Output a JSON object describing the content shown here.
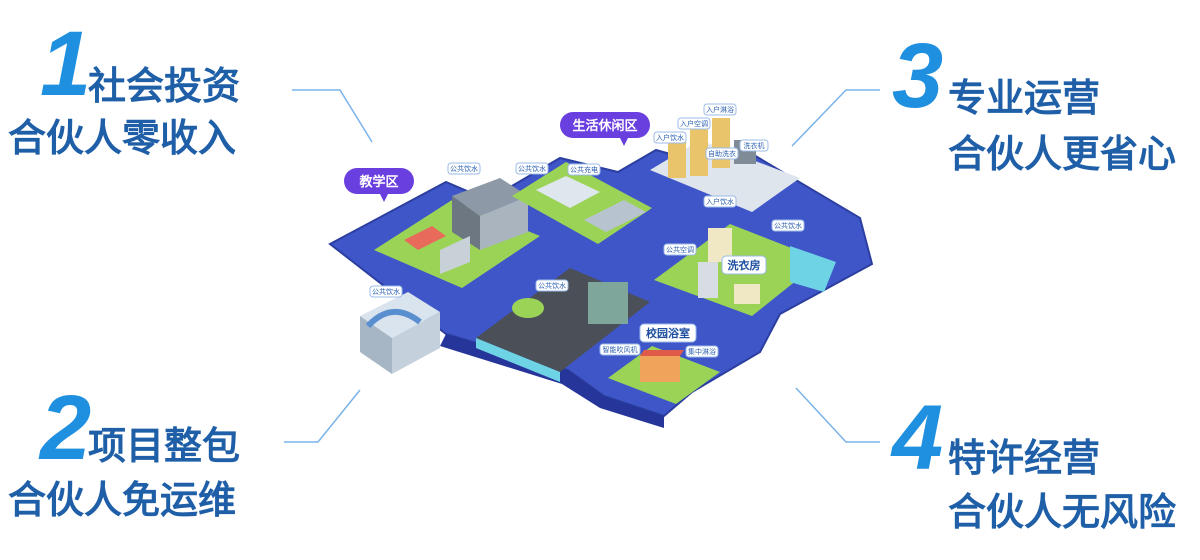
{
  "features": [
    {
      "number": "1",
      "line1": "社会投资",
      "line2": "合伙人零收入"
    },
    {
      "number": "2",
      "line1": "项目整包",
      "line2": "合伙人免运维"
    },
    {
      "number": "3",
      "line1": "专业运营",
      "line2": "合伙人更省心"
    },
    {
      "number": "4",
      "line1": "特许经营",
      "line2": "合伙人无风险"
    }
  ],
  "zone_tags": {
    "teaching": "教学区",
    "living": "生活休闲区"
  },
  "labels": {
    "laundry_room": "洗衣房",
    "campus_bath": "校园浴室"
  },
  "mini_tags": {
    "public_water_1": "公共饮水",
    "public_water_2": "公共饮水",
    "public_charge": "公共充电",
    "home_water": "入户饮水",
    "home_ac": "入户空调",
    "home_shower": "入户淋浴",
    "self_laundry": "自助洗衣",
    "washer": "洗衣机",
    "home_water_2": "入户饮水",
    "public_ac": "公共空调",
    "public_water_3": "公共饮水",
    "public_water_4": "公共饮水",
    "public_water_5": "公共饮水",
    "smart_dryer": "智能吹风机",
    "central_shower": "集中淋浴"
  },
  "colors": {
    "number": "#1f8fe0",
    "text": "#1f5fa8",
    "road": "#3b4fc4",
    "grass": "#8fcf4a",
    "tag_purple": "#6a3fe0"
  }
}
